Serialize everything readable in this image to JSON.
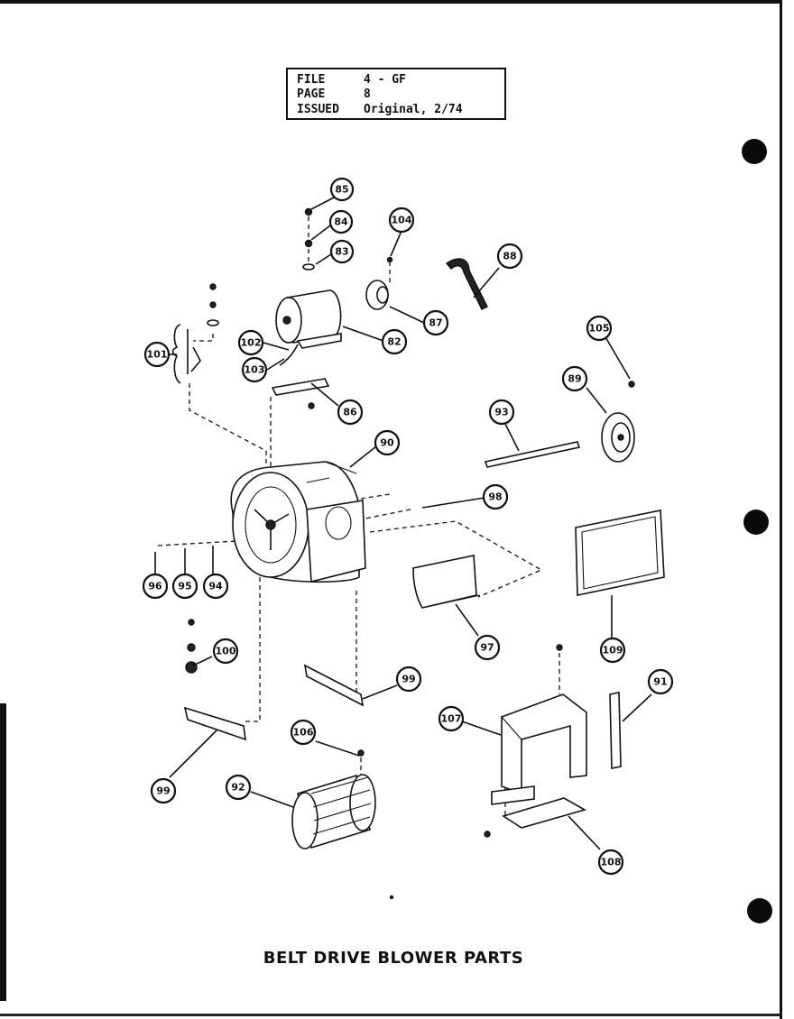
{
  "info_box": {
    "file_label": "FILE",
    "file_value": "4 - GF",
    "page_label": "PAGE",
    "page_value": "8",
    "issued_label": "ISSUED",
    "issued_value": "Original, 2/74"
  },
  "caption": "BELT DRIVE BLOWER PARTS",
  "callouts": {
    "c85": "85",
    "c84": "84",
    "c83": "83",
    "c104": "104",
    "c88": "88",
    "c87": "87",
    "c82": "82",
    "c102": "102",
    "c103": "103",
    "c101": "101",
    "c86": "86",
    "c105": "105",
    "c89": "89",
    "c93": "93",
    "c90": "90",
    "c98": "98",
    "c96": "96",
    "c95": "95",
    "c94": "94",
    "c97": "97",
    "c109": "109",
    "c100": "100",
    "c99a": "99",
    "c99b": "99",
    "c91": "91",
    "c107": "107",
    "c106": "106",
    "c92": "92",
    "c108": "108"
  }
}
